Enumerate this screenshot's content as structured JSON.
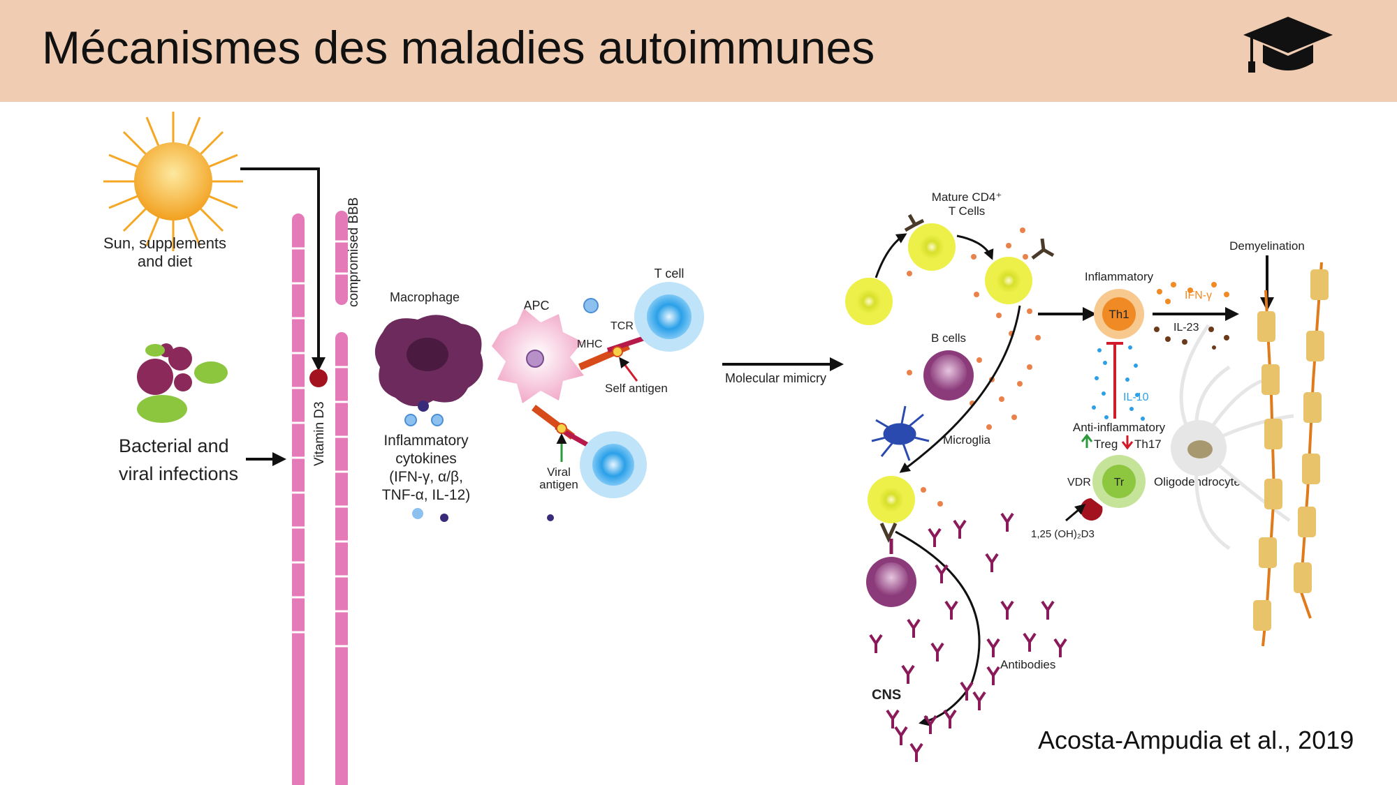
{
  "header": {
    "title": "Mécanismes des maladies autoimmunes",
    "icon": "graduation-cap-icon",
    "background": "#f0cdb2"
  },
  "citation": "Acosta-Ampudia et al., 2019",
  "diagram": {
    "sun_label": [
      "Sun, supplements",
      "and diet"
    ],
    "infection_label": [
      "Bacterial and",
      "viral infections"
    ],
    "vitamin_d3": "Vitamin D3",
    "bbb": "compromised BBB",
    "macrophage": "Macrophage",
    "cytokines": [
      "Inflammatory",
      "cytokines",
      "(IFN-γ, α/β,",
      "TNF-α, IL-12)"
    ],
    "apc": "APC",
    "mhc": "MHC",
    "tcr": "TCR",
    "t_cell": "T cell",
    "self_antigen": "Self antigen",
    "viral_antigen": [
      "Viral",
      "antigen"
    ],
    "molecular_mimicry": "Molecular mimicry",
    "mature_cd4": [
      "Mature CD4⁺",
      "T Cells"
    ],
    "b_cells": "B cells",
    "microglia": "Microglia",
    "inflammatory": "Inflammatory",
    "th1": "Th1",
    "ifn_gamma": "IFN-γ",
    "il23": "IL-23",
    "il10": "IL-10",
    "demyelination": "Demyelination",
    "anti_inflammatory": "Anti-inflammatory",
    "treg": "Treg",
    "th17": "Th17",
    "vdr": "VDR",
    "tr": "Tr",
    "oligodendrocyte": "Oligodendrocyte",
    "vitamin_form": "1,25 (OH)₂D3",
    "antibodies": "Antibodies",
    "cns": "CNS"
  },
  "colors": {
    "vessel": "#e57ab8",
    "sun": "#f5a623",
    "tcell_yellow": "#e8e01a",
    "th1": "#f08a24",
    "tr": "#8dc63f",
    "bcell": "#8b3a7a",
    "antibody": "#8b1a5a",
    "myelin": "#e8c36a",
    "axon": "#e07a1a"
  }
}
